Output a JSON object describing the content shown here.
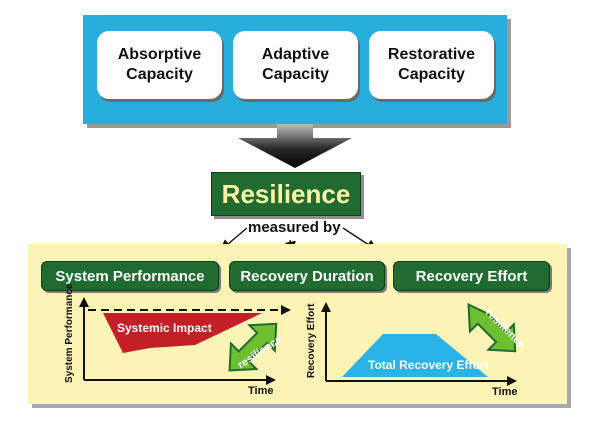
{
  "capacities": [
    {
      "label": "Absorptive\nCapacity"
    },
    {
      "label": "Adaptive\nCapacity"
    },
    {
      "label": "Restorative\nCapacity"
    }
  ],
  "resilience_label": "Resilience",
  "measured_by_label": "measured by",
  "metrics": [
    {
      "label": "System Performance"
    },
    {
      "label": "Recovery Duration"
    },
    {
      "label": "Recovery Effort"
    }
  ],
  "performance_plot": {
    "y_axis_label": "System Performance",
    "x_axis_label": "Time",
    "impact_label": "Systemic Impact",
    "arrow_label": "resilience"
  },
  "effort_plot": {
    "y_axis_label": "Recovery Effort",
    "x_axis_label": "Time",
    "area_label": "Total Recovery Effort",
    "arrow_label": "resilience"
  },
  "colors": {
    "top_panel": "#27aedc",
    "dark_green": "#1f6b30",
    "light_yellow_text": "#fff3a6",
    "bottom_panel": "#fbf4b4",
    "impact_red": "#c21f26",
    "effort_blue": "#29b3e6",
    "arrow_green": "#6cbf2e"
  }
}
